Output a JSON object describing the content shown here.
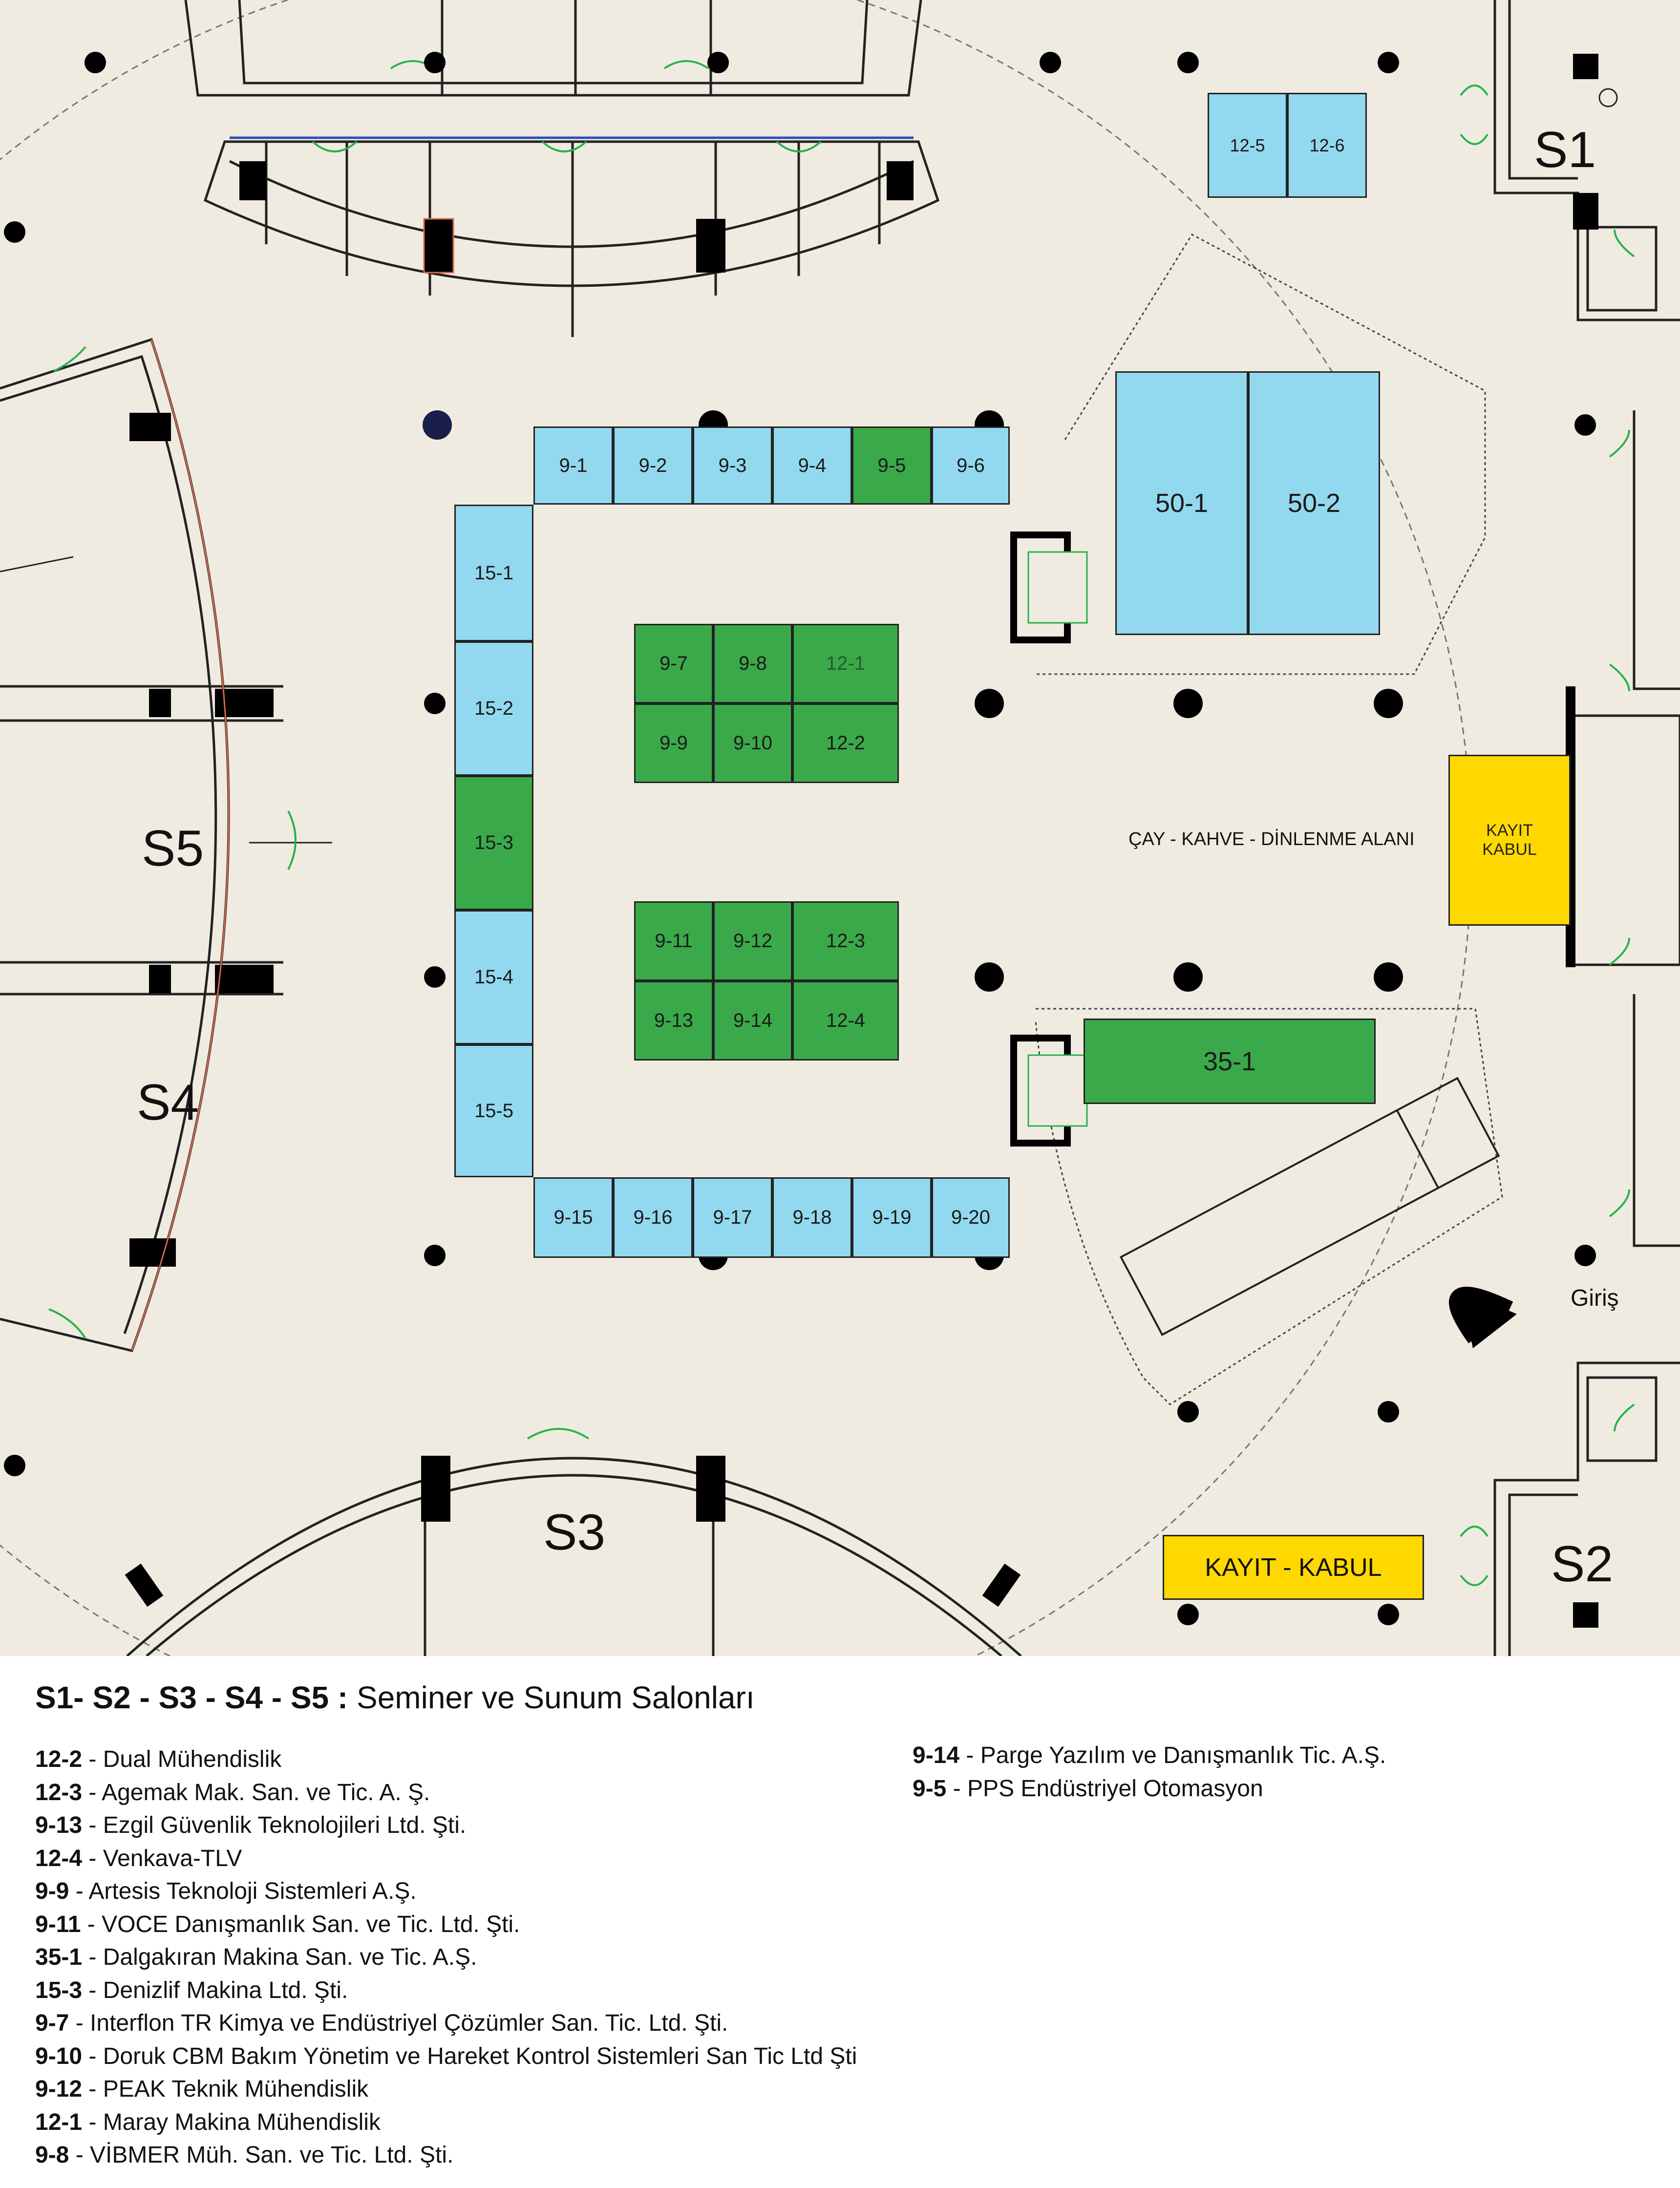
{
  "map": {
    "rooms": [
      {
        "label": "S1"
      },
      {
        "label": "S2"
      },
      {
        "label": "S3"
      },
      {
        "label": "S4"
      },
      {
        "label": "S5"
      }
    ],
    "booths": [
      {
        "label": "9-1",
        "color": "#92d8ee"
      },
      {
        "label": "9-2",
        "color": "#92d8ee"
      },
      {
        "label": "9-3",
        "color": "#92d8ee"
      },
      {
        "label": "9-4",
        "color": "#92d8ee"
      },
      {
        "label": "9-5",
        "color": "#3aa94a"
      },
      {
        "label": "9-6",
        "color": "#92d8ee"
      },
      {
        "label": "15-1",
        "color": "#92d8ee"
      },
      {
        "label": "15-2",
        "color": "#92d8ee"
      },
      {
        "label": "15-3",
        "color": "#3aa94a"
      },
      {
        "label": "15-4",
        "color": "#92d8ee"
      },
      {
        "label": "15-5",
        "color": "#92d8ee"
      },
      {
        "label": "9-15",
        "color": "#92d8ee"
      },
      {
        "label": "9-16",
        "color": "#92d8ee"
      },
      {
        "label": "9-17",
        "color": "#92d8ee"
      },
      {
        "label": "9-18",
        "color": "#92d8ee"
      },
      {
        "label": "9-19",
        "color": "#92d8ee"
      },
      {
        "label": "9-20",
        "color": "#92d8ee"
      },
      {
        "label": "9-7",
        "color": "#3aa94a"
      },
      {
        "label": "9-8",
        "color": "#3aa94a"
      },
      {
        "label": "12-1",
        "color": "#3aa94a"
      },
      {
        "label": "9-9",
        "color": "#3aa94a"
      },
      {
        "label": "9-10",
        "color": "#3aa94a"
      },
      {
        "label": "12-2",
        "color": "#3aa94a"
      },
      {
        "label": "9-11",
        "color": "#3aa94a"
      },
      {
        "label": "9-12",
        "color": "#3aa94a"
      },
      {
        "label": "12-3",
        "color": "#3aa94a"
      },
      {
        "label": "9-13",
        "color": "#3aa94a"
      },
      {
        "label": "9-14",
        "color": "#3aa94a"
      },
      {
        "label": "12-4",
        "color": "#3aa94a"
      },
      {
        "label": "50-1",
        "color": "#92d8ee"
      },
      {
        "label": "50-2",
        "color": "#92d8ee"
      },
      {
        "label": "12-5",
        "color": "#92d8ee"
      },
      {
        "label": "12-6",
        "color": "#92d8ee"
      },
      {
        "label": "35-1",
        "color": "#3aa94a"
      }
    ],
    "rest_area": "ÇAY - KAHVE - DİNLENME ALANI",
    "registration_side": [
      "KAYIT",
      "KABUL"
    ],
    "registration_bottom": "KAYIT - KABUL",
    "entrance": "Giriş"
  },
  "legend": {
    "title_bold": "S1- S2 - S3 - S4 - S5 :",
    "title_rest": " Seminer ve Sunum Salonları",
    "column1": [
      {
        "code": "12-2",
        "name": " - Dual Mühendislik"
      },
      {
        "code": "12-3",
        "name": " - Agemak Mak. San. ve Tic. A. Ş."
      },
      {
        "code": "9-13",
        "name": " - Ezgil Güvenlik Teknolojileri Ltd. Şti."
      },
      {
        "code": "12-4",
        "name": " - Venkava-TLV"
      },
      {
        "code": "9-9",
        "name": " - Artesis Teknoloji Sistemleri A.Ş."
      },
      {
        "code": "9-11",
        "name": " - VOCE Danışmanlık San. ve Tic. Ltd. Şti."
      },
      {
        "code": "35-1",
        "name": " - Dalgakıran Makina San. ve Tic. A.Ş."
      },
      {
        "code": "15-3",
        "name": " - Denizlif Makina Ltd. Şti."
      },
      {
        "code": "9-7",
        "name": " - Interflon TR Kimya ve Endüstriyel Çözümler San. Tic. Ltd. Şti."
      },
      {
        "code": "9-10",
        "name": " - Doruk CBM Bakım Yönetim ve Hareket Kontrol Sistemleri San Tic Ltd Şti"
      },
      {
        "code": "9-12",
        "name": " - PEAK Teknik Mühendislik"
      },
      {
        "code": "12-1",
        "name": " - Maray Makina Mühendislik"
      },
      {
        "code": "9-8",
        "name": "  - VİBMER Müh. San. ve Tic. Ltd. Şti."
      }
    ],
    "column2": [
      {
        "code": "9-14",
        "name": " - Parge Yazılım ve Danışmanlık Tic. A.Ş."
      },
      {
        "code": "9-5",
        "name": " - PPS Endüstriyel Otomasyon"
      }
    ]
  }
}
